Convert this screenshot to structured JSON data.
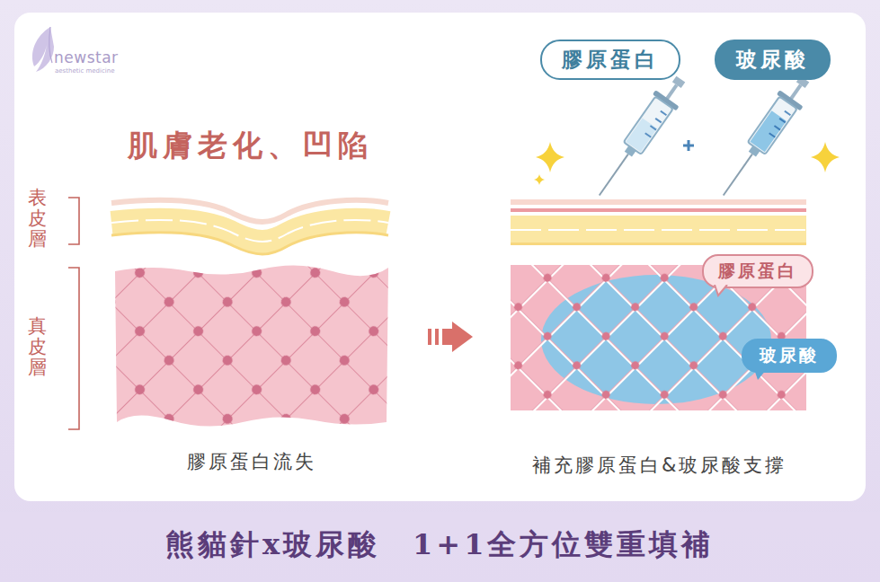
{
  "diagram": {
    "title": "熊貓針x玻尿酸　1+1全方位雙重填補",
    "nodes": [
      {
        "text": [
          "膠原蛋白"
        ]
      },
      {
        "text": [
          "玻尿酸"
        ]
      },
      {
        "text": [
          "膠原蛋白"
        ]
      },
      {
        "text": [
          "玻尿酸"
        ]
      }
    ],
    "labels": [
      "newstar",
      "aesthetic medicine",
      "肌膚老化、凹陷",
      "表皮層",
      "真皮層",
      "膠原蛋白流失",
      "補充膠原蛋白&玻尿酸支撐"
    ]
  }
}
